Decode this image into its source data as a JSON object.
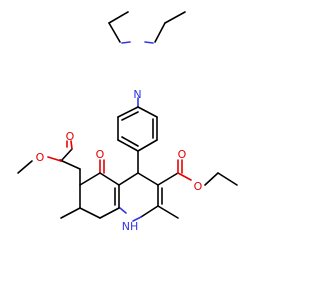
{
  "molecule": {
    "atoms": [
      {
        "id": "n_amine",
        "label": "N",
        "color": "#3333e6"
      },
      {
        "id": "o_ketone",
        "label": "O",
        "color": "#e60000"
      },
      {
        "id": "o_ester1_carbonyl",
        "label": "O",
        "color": "#e60000"
      },
      {
        "id": "o_ester1_ether",
        "label": "O",
        "color": "#e60000"
      },
      {
        "id": "o_ester2_carbonyl",
        "label": "O",
        "color": "#e60000"
      },
      {
        "id": "o_ester2_ether",
        "label": "O",
        "color": "#e60000"
      },
      {
        "id": "nh_ring",
        "label": "NH",
        "color": "#3333e6"
      }
    ]
  }
}
